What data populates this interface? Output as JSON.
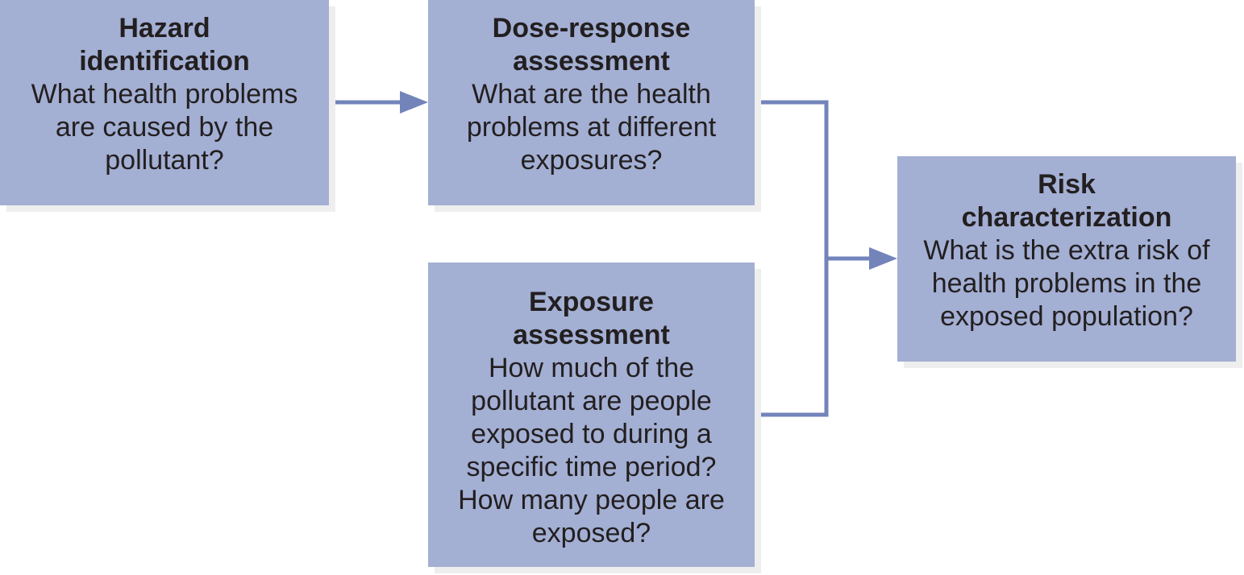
{
  "boxes": {
    "hazard": {
      "title": "Hazard identification",
      "body": "What health problems are caused by the pollutant?"
    },
    "dose_response": {
      "title": "Dose-response assessment",
      "body": "What are the health problems at different exposures?"
    },
    "exposure": {
      "title": "Exposure assessment",
      "body": "How much of the pollutant are people exposed to during a specific time period? How many people are exposed?"
    },
    "risk": {
      "title": "Risk characterization",
      "body": "What is the extra risk of health problems in the exposed population?"
    }
  },
  "colors": {
    "box_fill": "#a3afd3",
    "connector": "#7384bb",
    "text": "#231f20",
    "shadow": "#eeeeee"
  }
}
